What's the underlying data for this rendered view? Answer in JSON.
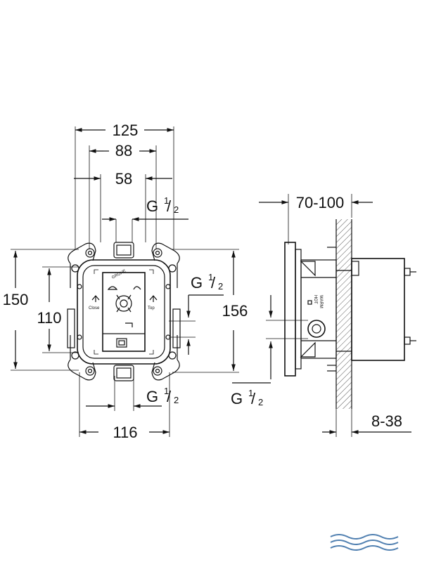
{
  "dimensions": {
    "width_overall": "125",
    "width_mid": "88",
    "width_inner": "58",
    "width_bottom": "116",
    "height_overall": "150",
    "height_inner": "110",
    "height_total": "156",
    "depth_range": "70-100",
    "wall_range": "8-38"
  },
  "threads": {
    "top": {
      "g": "G",
      "num": "1",
      "den": "2"
    },
    "right": {
      "g": "G",
      "num": "1",
      "den": "2"
    },
    "bottom": {
      "g": "G",
      "num": "1",
      "den": "2"
    },
    "side": {
      "g": "G",
      "num": "1",
      "den": "2"
    }
  },
  "brand": "GROHE",
  "box_labels": {
    "left": "Close",
    "right": "Top"
  },
  "colors": {
    "line": "#111111",
    "waves": "#4f7fb0"
  },
  "icons": [
    "water-waves-icon"
  ]
}
